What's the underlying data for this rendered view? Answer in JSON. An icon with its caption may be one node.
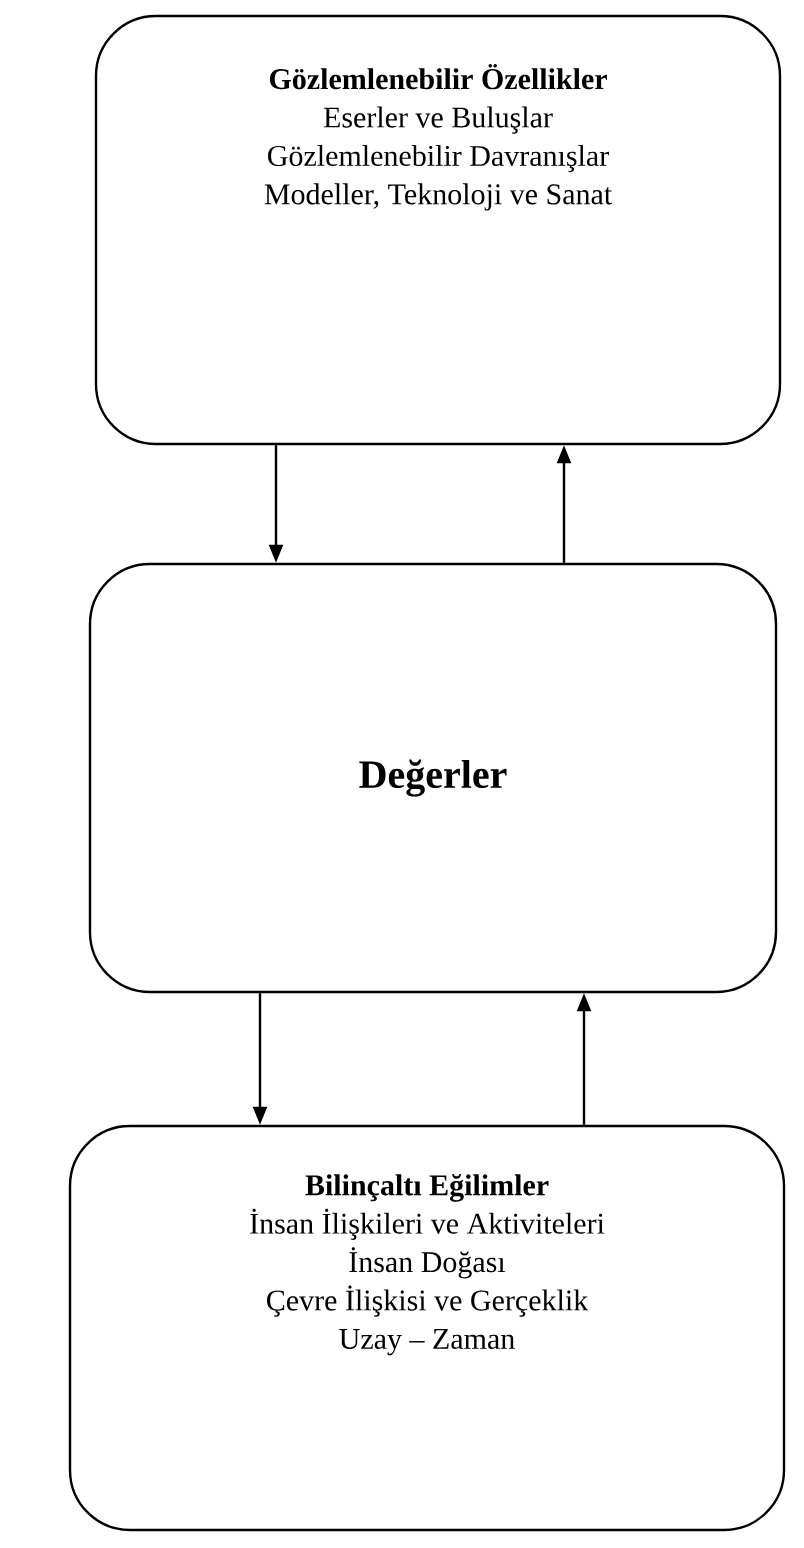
{
  "diagram": {
    "nodes": [
      {
        "text": [
          "Gözlemlenebilir Özellikler",
          "Eserler ve Buluşlar",
          "Gözlemlenebilir Davranışlar",
          "Modeller, Teknoloji ve Sanat"
        ]
      },
      {
        "text": [
          "Değerler"
        ]
      },
      {
        "text": [
          "Bilinçaltı Eğilimler",
          "İnsan İlişkileri ve Aktiviteleri",
          "İnsan Doğası",
          "Çevre İlişkisi ve Gerçeklik",
          "Uzay – Zaman"
        ]
      }
    ],
    "edges": [
      {
        "from": 0,
        "to": 1,
        "arrow": "to"
      },
      {
        "from": 1,
        "to": 0,
        "arrow": "to"
      },
      {
        "from": 1,
        "to": 2,
        "arrow": "to"
      },
      {
        "from": 2,
        "to": 1,
        "arrow": "to"
      }
    ]
  }
}
